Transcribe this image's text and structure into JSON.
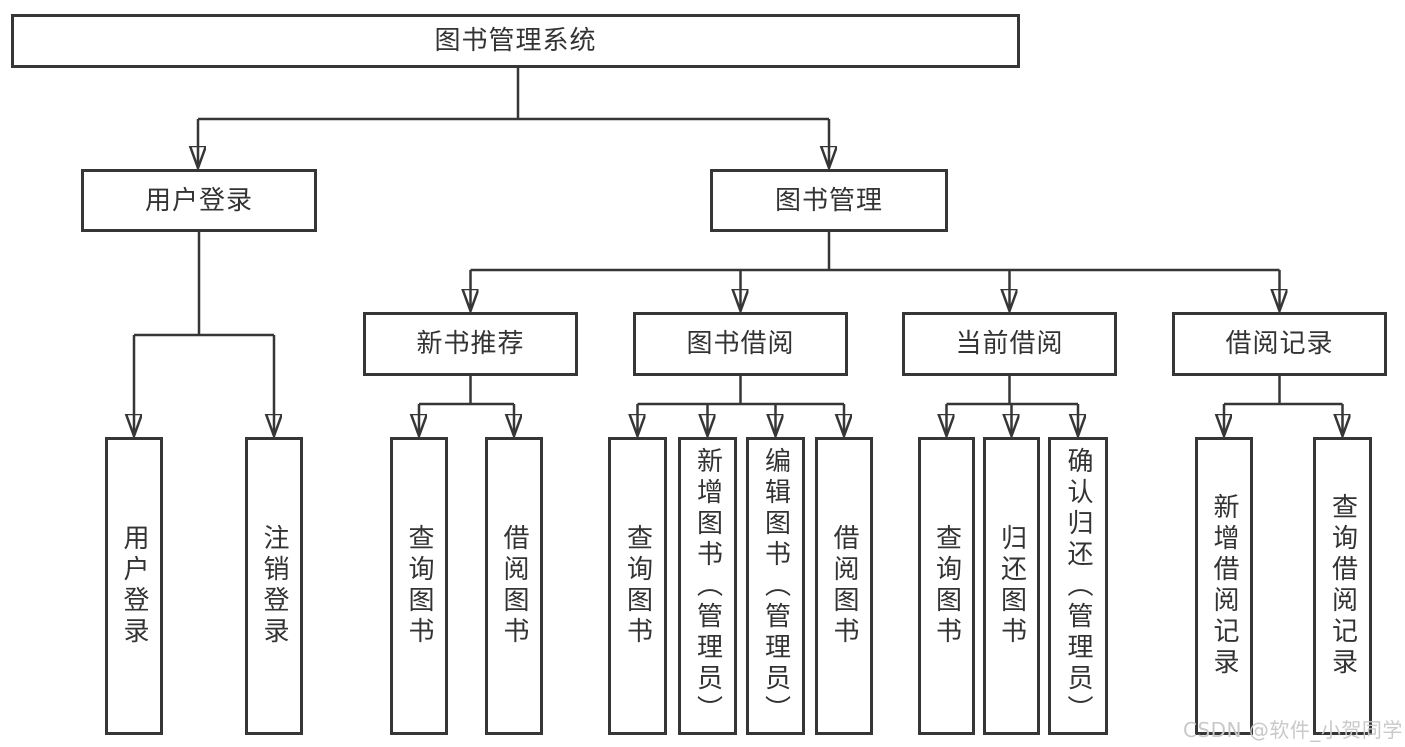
{
  "colors": {
    "line": "#363636",
    "box_border": "#363636",
    "box_background": "#ffffff",
    "text": "#333333",
    "watermark": "#c9c9c9"
  },
  "watermark": "CSDN @软件_小贺同学",
  "tree": {
    "root": {
      "label": "图书管理系统"
    },
    "login": {
      "label": "用户登录",
      "children": [
        {
          "label": "用户登录"
        },
        {
          "label": "注销登录"
        }
      ]
    },
    "management": {
      "label": "图书管理",
      "modules": [
        {
          "label": "新书推荐",
          "children": [
            {
              "label": "查询图书"
            },
            {
              "label": "借阅图书"
            }
          ]
        },
        {
          "label": "图书借阅",
          "children": [
            {
              "label": "查询图书"
            },
            {
              "label": "新增图书（管理员）"
            },
            {
              "label": "编辑图书（管理员）"
            },
            {
              "label": "借阅图书"
            }
          ]
        },
        {
          "label": "当前借阅",
          "children": [
            {
              "label": "查询图书"
            },
            {
              "label": "归还图书"
            },
            {
              "label": "确认归还（管理员）"
            }
          ]
        },
        {
          "label": "借阅记录",
          "children": [
            {
              "label": "新增借阅记录"
            },
            {
              "label": "查询借阅记录"
            }
          ]
        }
      ]
    }
  }
}
